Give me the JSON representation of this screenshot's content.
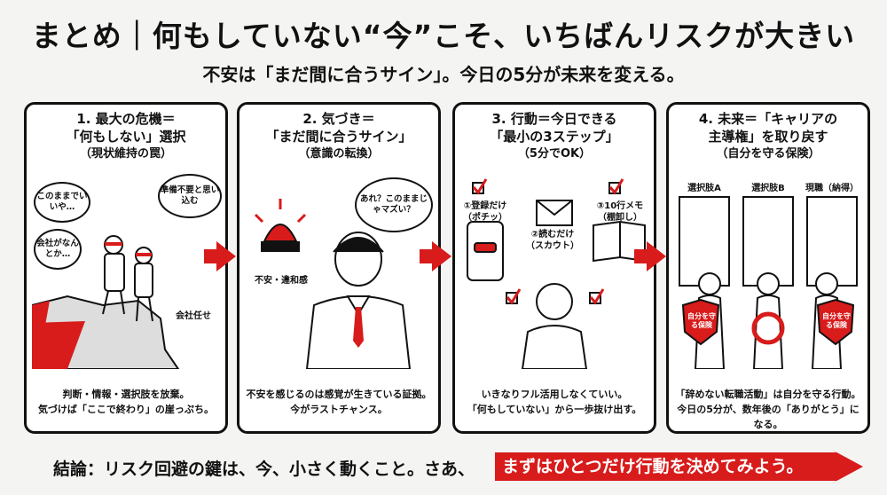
{
  "header": {
    "title": "まとめ｜何もしていない“今”こそ、いちばんリスクが大きい",
    "subtitle": "不安は「まだ間に合うサイン」。今日の5分が未来を変える。"
  },
  "panels": [
    {
      "title_lines": [
        "1. 最大の危機＝",
        "「何もしない」選択",
        "（現状維持の罠）"
      ],
      "bubbles": [
        "このままでいいや…",
        "会社がなんとか…",
        "準備不要と思い込む"
      ],
      "labels": [
        "会社任せ"
      ],
      "caption_lines": [
        "判断・情報・選択肢を放棄。",
        "気づけば「ここで終わり」の崖っぷち。"
      ]
    },
    {
      "title_lines": [
        "2. 気づき＝",
        "「まだ間に合うサイン」",
        "（意識の転換）"
      ],
      "bubbles": [
        "あれ？このままじゃマズい？"
      ],
      "labels": [
        "不安・違和感"
      ],
      "caption_lines": [
        "不安を感じるのは感覚が生きている証拠。",
        "今がラストチャンス。"
      ]
    },
    {
      "title_lines": [
        "3. 行動＝今日できる",
        "「最小の3ステップ」",
        "（5分でOK）"
      ],
      "steps": [
        "①登録だけ（ポチッ）",
        "②読むだけ（スカウト）",
        "③10行メモ（棚卸し）"
      ],
      "caption_lines": [
        "いきなりフル活用しなくていい。",
        "「何もしていない」から一歩抜け出す。"
      ]
    },
    {
      "title_lines": [
        "4. 未来＝「キャリアの",
        "主導権」を取り戻す",
        "（自分を守る保険）"
      ],
      "doors": [
        "選択肢A",
        "選択肢B",
        "現職（納得）"
      ],
      "shields": [
        "自分を守る保険",
        "自分を守る保険"
      ],
      "caption_lines": [
        "「辞めない転職活動」は自分を守る行動。",
        "今日の5分が、数年後の「ありがとう」になる。"
      ]
    }
  ],
  "footer": {
    "conclusion": "結論：リスク回避の鍵は、今、小さく動くこと。さあ、",
    "cta": "まずはひとつだけ行動を決めてみよう。"
  },
  "colors": {
    "accent": "#d81b1b",
    "ink": "#111111",
    "bg": "#f4f4f2"
  }
}
